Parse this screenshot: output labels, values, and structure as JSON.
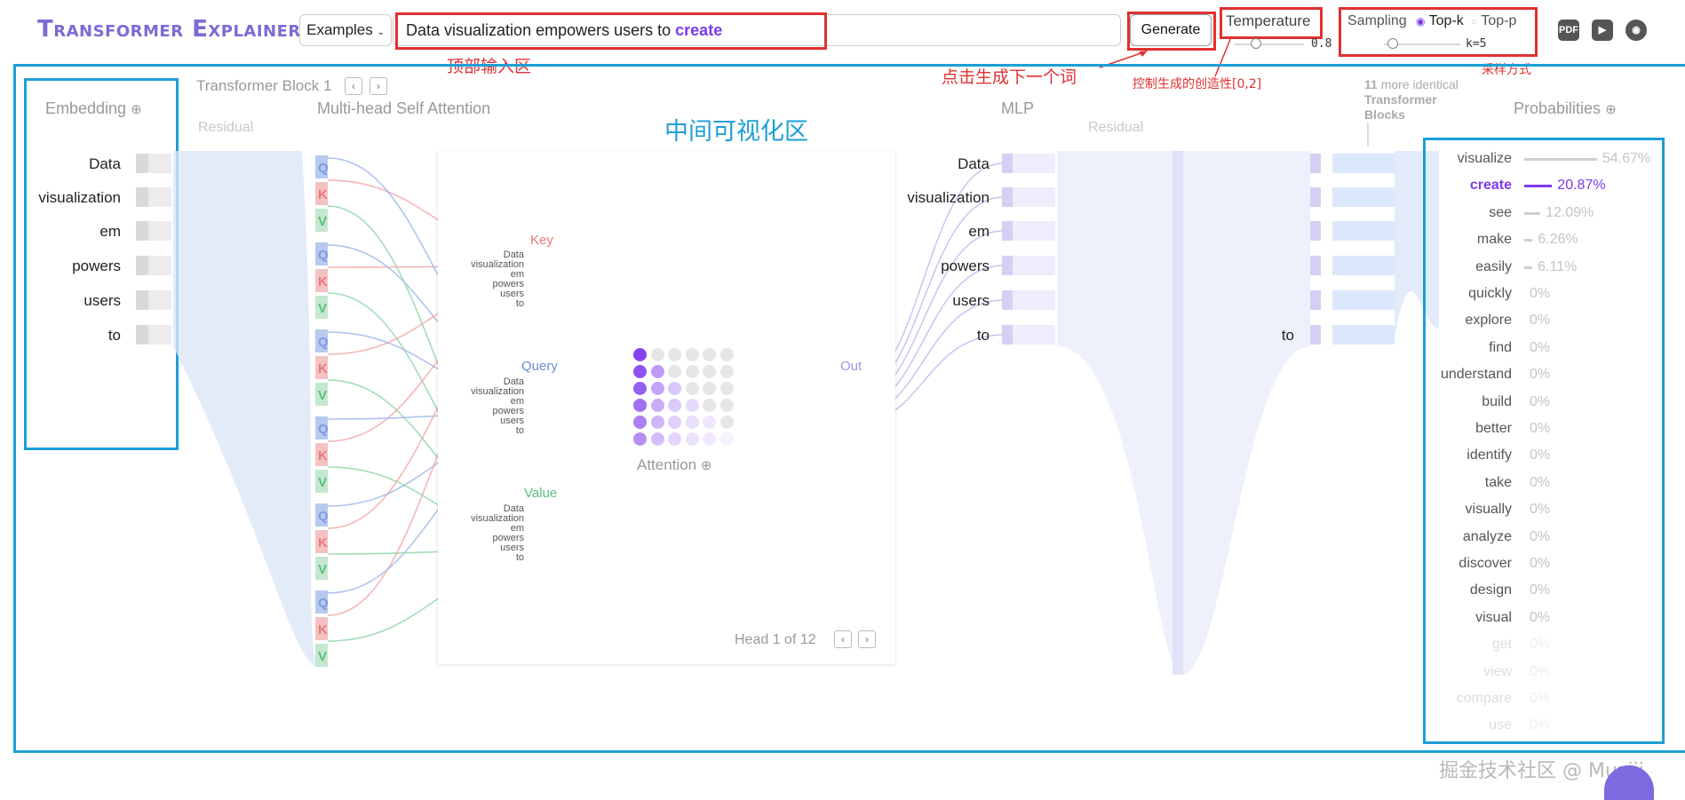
{
  "app_title": "Transformer Explainer",
  "header": {
    "examples_label": "Examples",
    "input_prefix": "Data visualization empowers users to",
    "input_highlight": "create",
    "generate_label": "Generate",
    "temperature_label": "Temperature",
    "temperature_value": "0.8",
    "sampling_label": "Sampling",
    "topk_label": "Top-k",
    "topp_label": "Top-p",
    "k_value": "k=5",
    "icons": [
      "pdf-icon",
      "youtube-icon",
      "github-icon"
    ]
  },
  "annotations": {
    "input_area": "顶部输入区",
    "generate": "点击生成下一个词",
    "temperature": "控制生成的创造性[0,2]",
    "sampling": "采样方式",
    "middle": "中间可视化区",
    "watermark": "掘金技术社区 @ Muziji"
  },
  "viz": {
    "block_label": "Transformer Block 1",
    "embedding_label": "Embedding",
    "residual_label": "Residual",
    "mhsa_label": "Multi-head Self Attention",
    "mlp_label": "MLP",
    "residual2_label": "Residual",
    "more_blocks_count": "11",
    "more_blocks_text": "more identical",
    "more_blocks_bold": "Transformer Blocks",
    "probabilities_label": "Probabilities",
    "key_label": "Key",
    "query_label": "Query",
    "value_label": "Value",
    "out_label": "Out",
    "attention_label": "Attention",
    "head_label": "Head 1 of 12",
    "tokens": [
      "Data",
      "visualization",
      "em",
      "powers",
      "users",
      "to"
    ],
    "last_token": "to",
    "qkv": [
      "Q",
      "K",
      "V"
    ]
  },
  "probabilities": [
    {
      "word": "visualize",
      "pct": "54.67%",
      "value": 0.5467
    },
    {
      "word": "create",
      "pct": "20.87%",
      "value": 0.2087
    },
    {
      "word": "see",
      "pct": "12.09%",
      "value": 0.1209
    },
    {
      "word": "make",
      "pct": "6.26%",
      "value": 0.0626
    },
    {
      "word": "easily",
      "pct": "6.11%",
      "value": 0.0611
    },
    {
      "word": "quickly",
      "pct": "0%",
      "value": 0
    },
    {
      "word": "explore",
      "pct": "0%",
      "value": 0
    },
    {
      "word": "find",
      "pct": "0%",
      "value": 0
    },
    {
      "word": "understand",
      "pct": "0%",
      "value": 0
    },
    {
      "word": "build",
      "pct": "0%",
      "value": 0
    },
    {
      "word": "better",
      "pct": "0%",
      "value": 0
    },
    {
      "word": "identify",
      "pct": "0%",
      "value": 0
    },
    {
      "word": "take",
      "pct": "0%",
      "value": 0
    },
    {
      "word": "visually",
      "pct": "0%",
      "value": 0
    },
    {
      "word": "analyze",
      "pct": "0%",
      "value": 0
    },
    {
      "word": "discover",
      "pct": "0%",
      "value": 0
    },
    {
      "word": "design",
      "pct": "0%",
      "value": 0
    },
    {
      "word": "visual",
      "pct": "0%",
      "value": 0
    },
    {
      "word": "get",
      "pct": "0%",
      "value": 0
    },
    {
      "word": "view",
      "pct": "0%",
      "value": 0
    },
    {
      "word": "compare",
      "pct": "0%",
      "value": 0
    },
    {
      "word": "use",
      "pct": "0%",
      "value": 0
    }
  ],
  "selected_prob": "create",
  "colors": {
    "accent": "#7c3aed",
    "annotation_red": "#e03131",
    "annotation_blue": "#1c9fd6",
    "query_blue": "#6b8fd8",
    "key_red": "#e87a7a",
    "value_green": "#5cbf7e"
  }
}
